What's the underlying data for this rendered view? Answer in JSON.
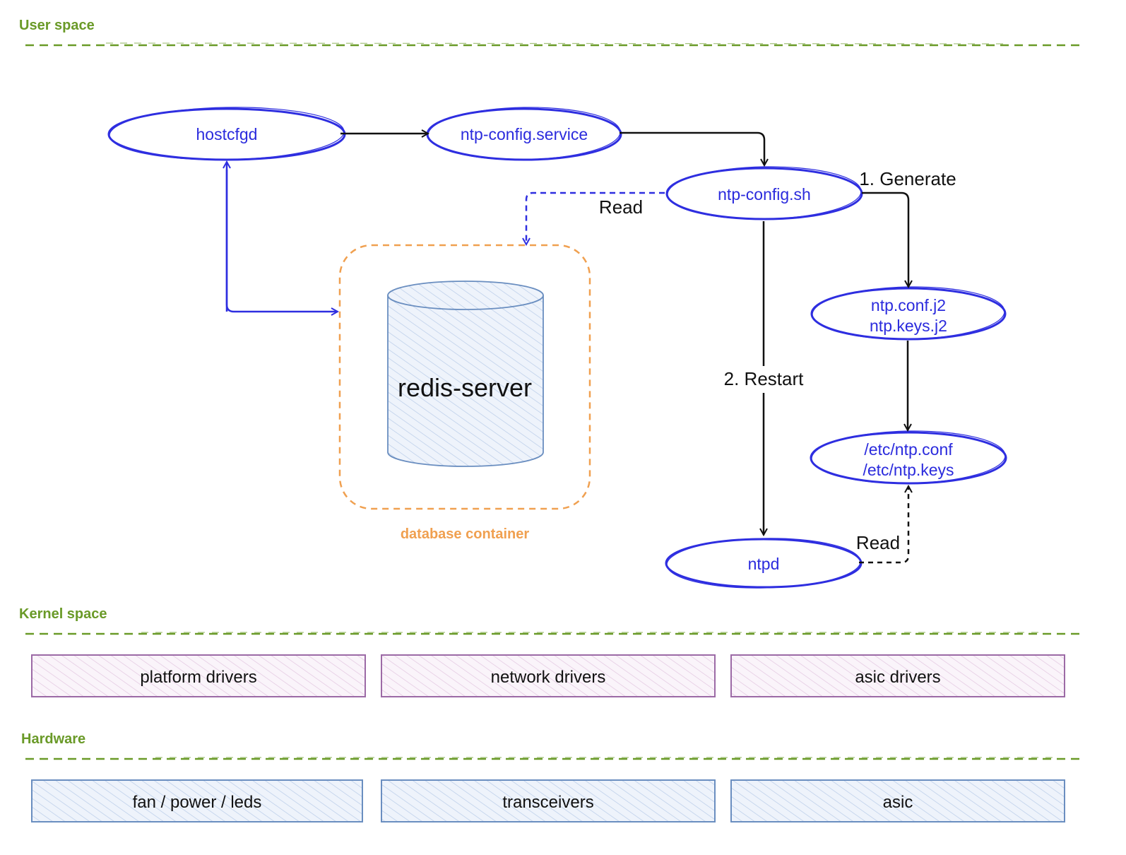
{
  "sections": {
    "user_space": "User space",
    "kernel_space": "Kernel space",
    "hardware": "Hardware"
  },
  "nodes": {
    "hostcfgd": "hostcfgd",
    "ntp_config_service": "ntp-config.service",
    "ntp_config_sh": "ntp-config.sh",
    "templates": [
      "ntp.conf.j2",
      "ntp.keys.j2"
    ],
    "configs": [
      "/etc/ntp.conf",
      "/etc/ntp.keys"
    ],
    "ntpd": "ntpd"
  },
  "database": {
    "server": "redis-server",
    "container": "database container"
  },
  "edge_labels": {
    "read_db": "Read",
    "generate": "1. Generate",
    "restart": "2. Restart",
    "read_conf": "Read"
  },
  "kernel_blocks": [
    "platform drivers",
    "network drivers",
    "asic drivers"
  ],
  "hardware_blocks": [
    "fan / power / leds",
    "transceivers",
    "asic"
  ],
  "colors": {
    "section": "#6a9a28",
    "node_stroke": "#2e2ee0",
    "node_text": "#2b2bdd",
    "container": "#f0a050",
    "kernel_block_stroke": "#9c6aa6",
    "hardware_block_stroke": "#6a8ec0"
  }
}
